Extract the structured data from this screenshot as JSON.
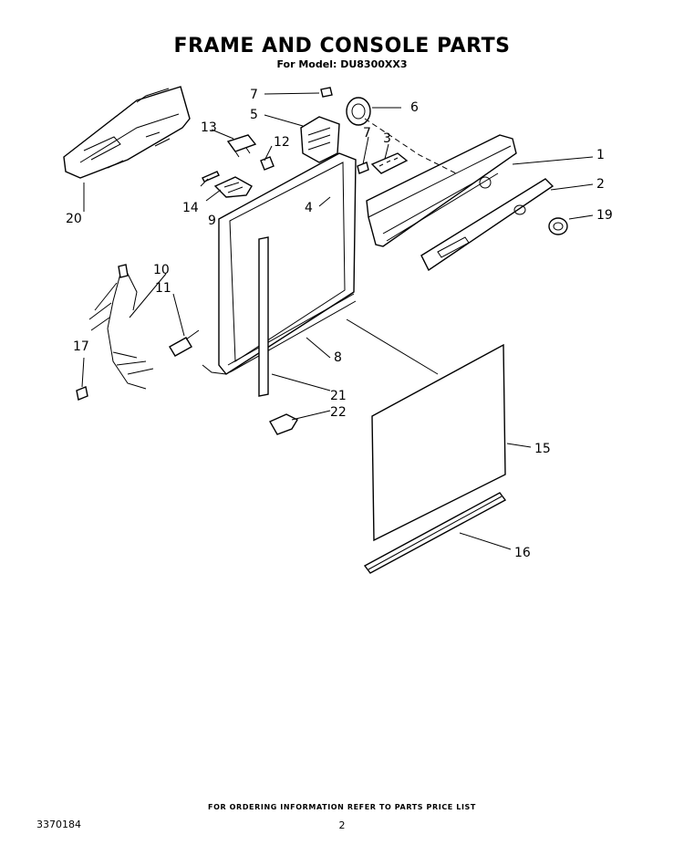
{
  "header": {
    "title": "FRAME AND CONSOLE PARTS",
    "model": "For Model: DU8300XX3"
  },
  "callouts": [
    "1",
    "2",
    "3",
    "4",
    "5",
    "6",
    "7",
    "7",
    "8",
    "9",
    "10",
    "11",
    "12",
    "13",
    "14",
    "15",
    "16",
    "17",
    "19",
    "20",
    "21",
    "22"
  ],
  "footer": {
    "ordering_note": "FOR ORDERING INFORMATION REFER TO PARTS PRICE LIST",
    "doc_number": "3370184",
    "page": "2"
  }
}
